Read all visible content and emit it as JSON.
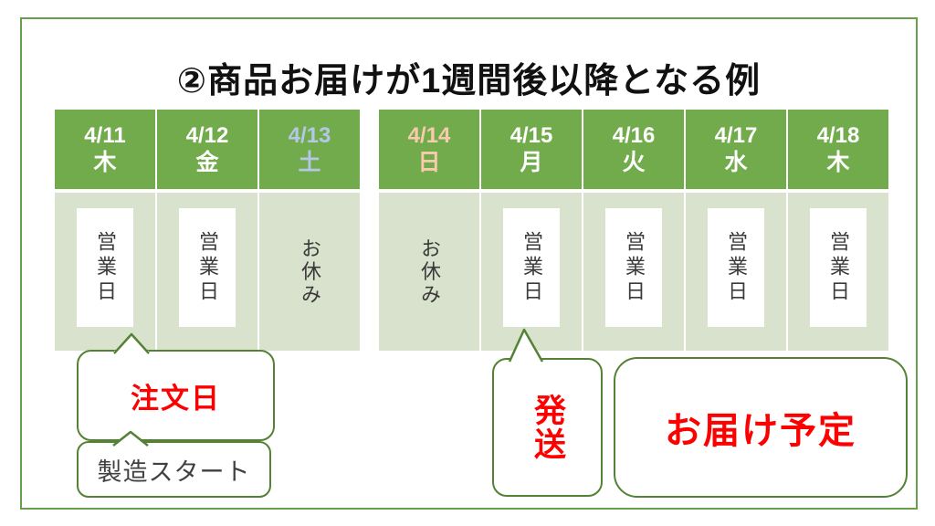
{
  "slide": {
    "title": "②商品お届けが1週間後以降となる例"
  },
  "calendar": {
    "groups": [
      {
        "days": [
          {
            "date": "4/11",
            "dow": "木",
            "status": "営業日",
            "type": "business"
          },
          {
            "date": "4/12",
            "dow": "金",
            "status": "営業日",
            "type": "business"
          },
          {
            "date": "4/13",
            "dow": "土",
            "status": "お休み",
            "type": "holiday",
            "text_color": "#b4c7e7"
          }
        ]
      },
      {
        "days": [
          {
            "date": "4/14",
            "dow": "日",
            "status": "お休み",
            "type": "holiday",
            "text_color": "#f8cbad"
          },
          {
            "date": "4/15",
            "dow": "月",
            "status": "営業日",
            "type": "business"
          },
          {
            "date": "4/16",
            "dow": "火",
            "status": "営業日",
            "type": "business"
          },
          {
            "date": "4/17",
            "dow": "水",
            "status": "営業日",
            "type": "business"
          },
          {
            "date": "4/18",
            "dow": "木",
            "status": "営業日",
            "type": "business"
          }
        ]
      }
    ]
  },
  "annotations": {
    "order": {
      "label": "注文日",
      "points_to": "4/11"
    },
    "manufacture": {
      "label": "製造スタート"
    },
    "ship": {
      "label": "発送",
      "points_to": "4/15"
    },
    "delivery": {
      "label": "お届け予定"
    }
  },
  "colors": {
    "header_green": "#72ab4c",
    "body_light_green": "#d9e2cc",
    "saturday_text": "#b4c7e7",
    "sunday_text": "#f8cbad",
    "bubble_border_green": "#538234",
    "frame_border_green": "#67a04a",
    "annotation_red": "#ff0000"
  }
}
